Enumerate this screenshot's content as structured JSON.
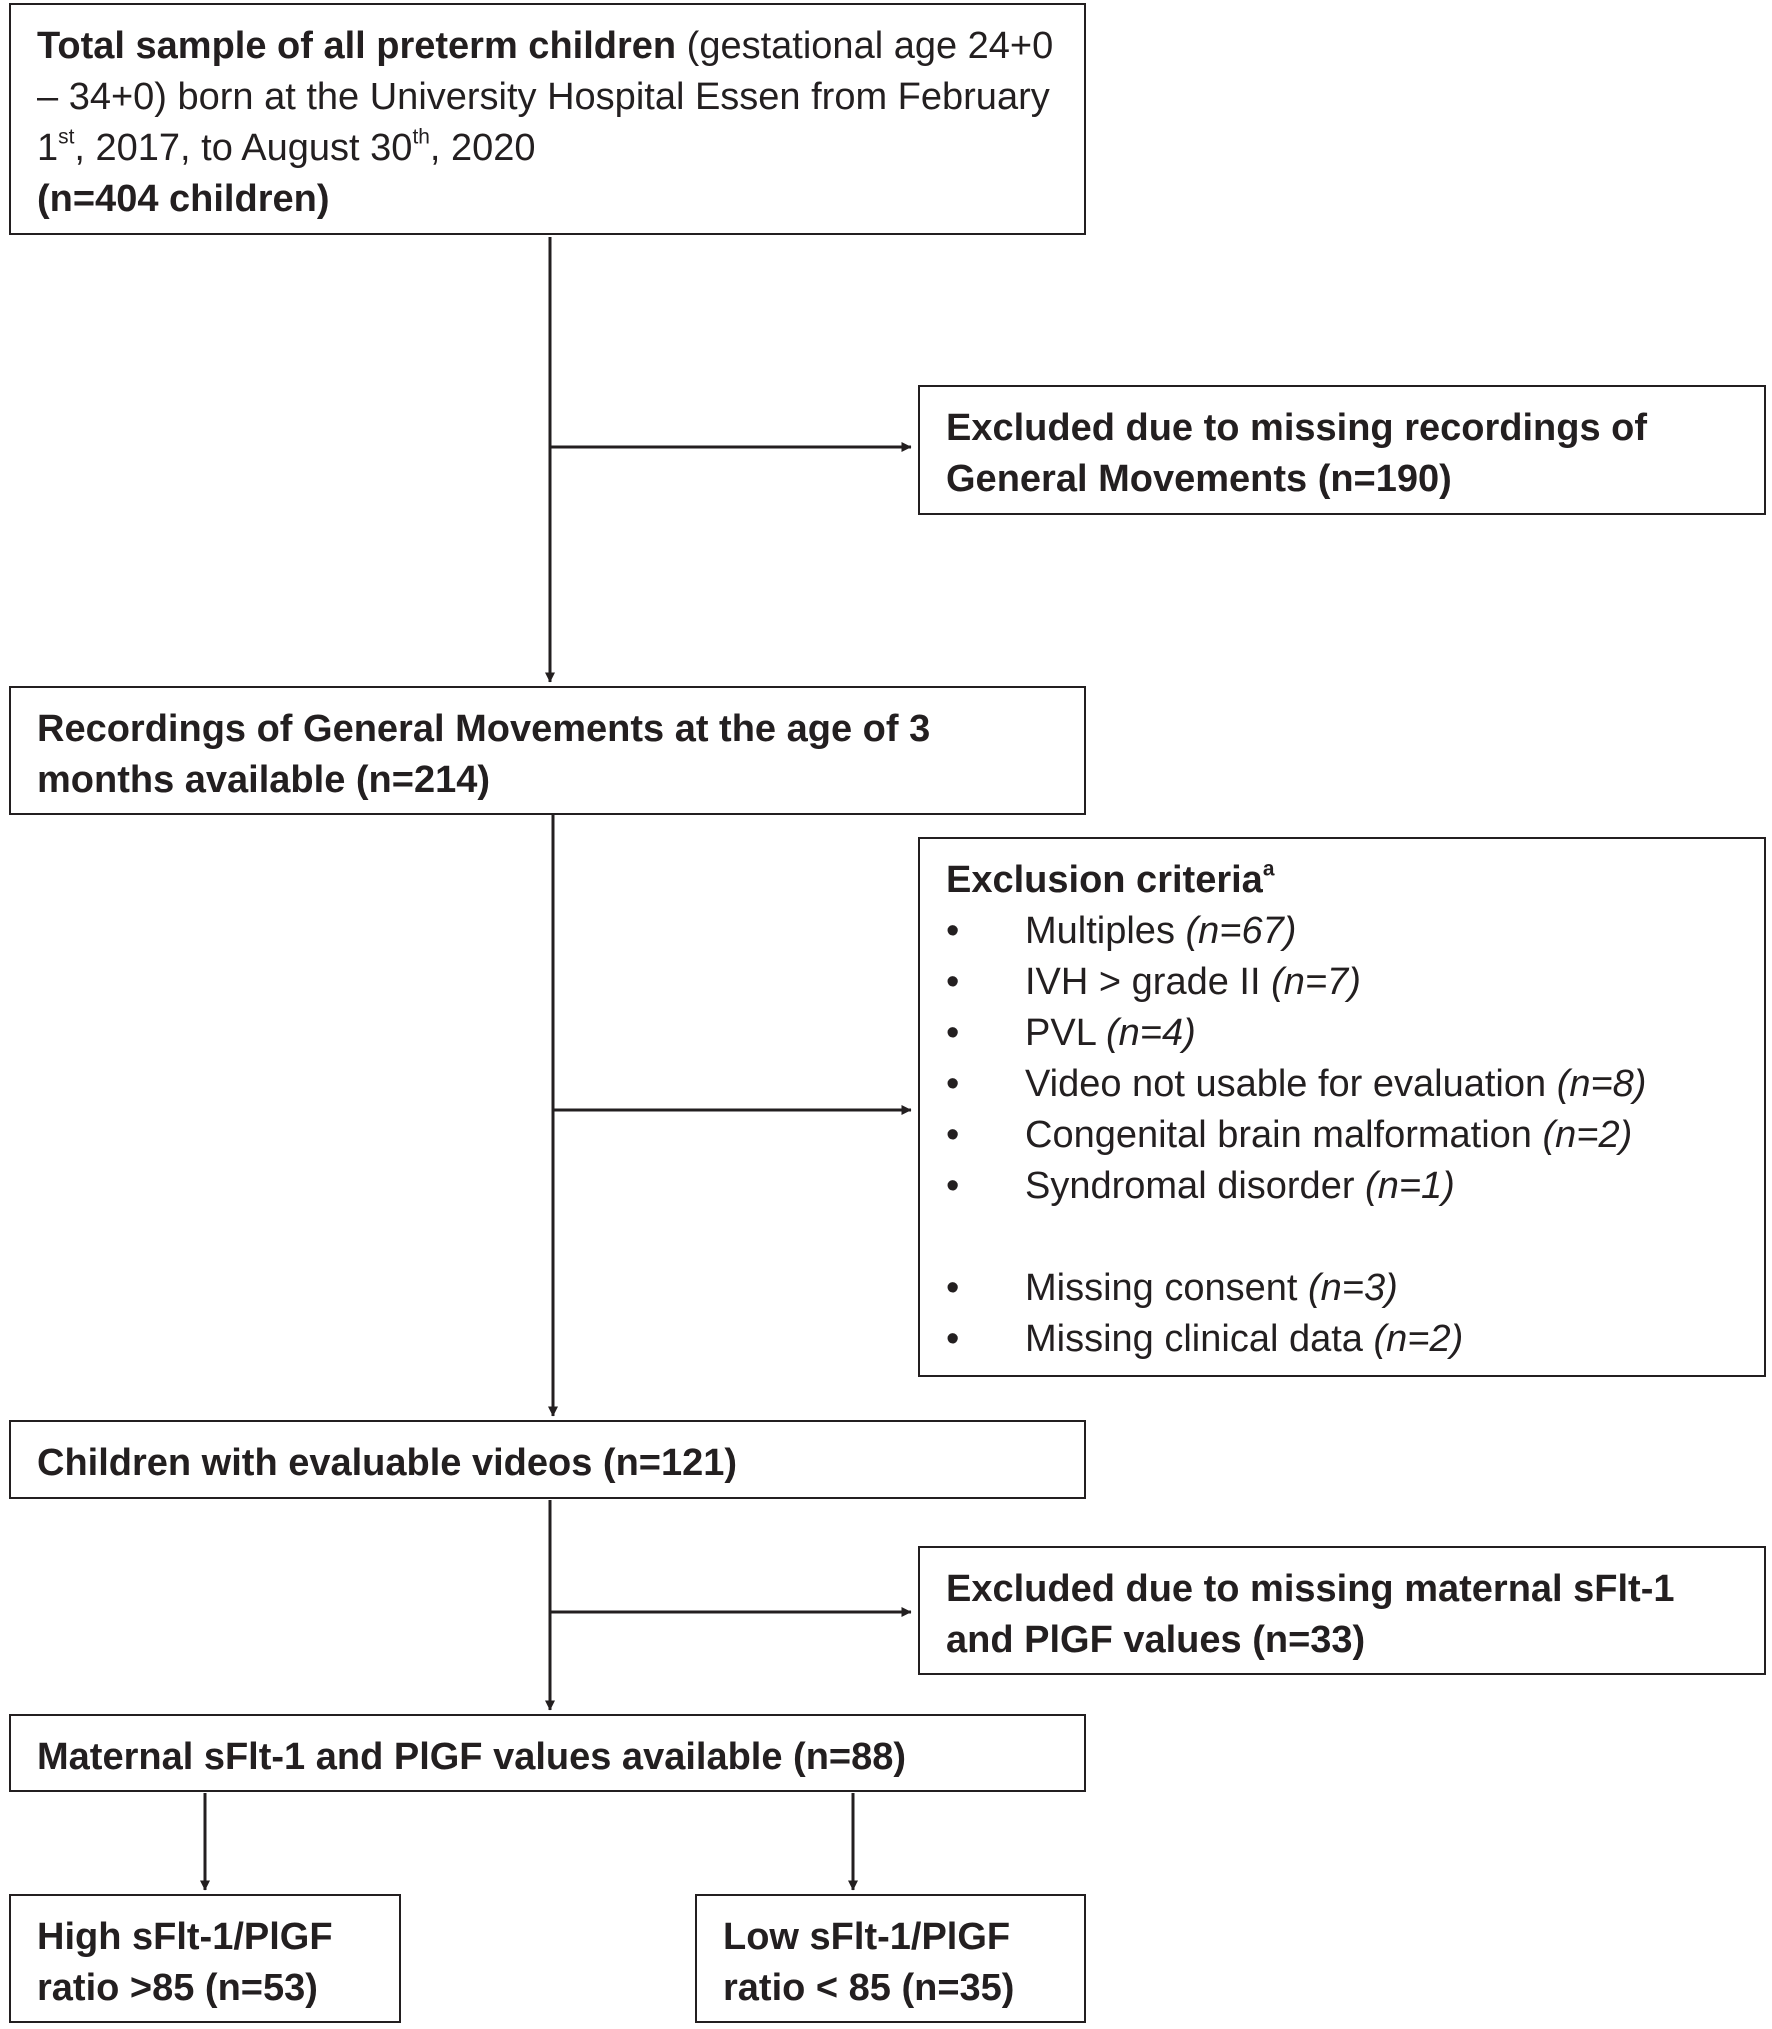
{
  "boxes": {
    "total": {
      "bold_lead": "Total sample of all preterm children",
      "rest_1": " (gestational age 24+0 – 34+0) born at the University Hospital Essen from February 1",
      "sup_1": "st",
      "rest_2": ", 2017, to August 30",
      "sup_2": "th",
      "rest_3": ", 2020",
      "count": "(n=404 children)"
    },
    "excluded_gm": "Excluded due to missing recordings of General Movements (n=190)",
    "recordings": "Recordings of General Movements at the age of 3 months available (n=214)",
    "exclusion_criteria": {
      "title": "Exclusion criteria",
      "title_sup": "a",
      "items": [
        {
          "label": "Multiples ",
          "n": "(n=67)"
        },
        {
          "label": "IVH > grade II ",
          "n": "(n=7)"
        },
        {
          "label": "PVL ",
          "n": "(n=4)"
        },
        {
          "label": "Video not usable for evaluation ",
          "n": "(n=8)"
        },
        {
          "label": "Congenital brain malformation ",
          "n": "(n=2)"
        },
        {
          "label": "Syndromal disorder ",
          "n": "(n=1)"
        },
        {
          "label": "Missing consent ",
          "n": "(n=3)"
        },
        {
          "label": "Missing clinical data ",
          "n": "(n=2)"
        }
      ]
    },
    "evaluable": "Children with evaluable videos (n=121)",
    "excluded_sflt": "Excluded due to missing maternal sFlt-1 and PlGF values (n=33)",
    "maternal": "Maternal sFlt-1 and PlGF values available (n=88)",
    "high": "High sFlt-1/PlGF ratio >85 (n=53)",
    "low": "Low sFlt-1/PlGF ratio < 85 (n=35)"
  },
  "colors": {
    "line": "#231f20",
    "background": "#ffffff"
  }
}
